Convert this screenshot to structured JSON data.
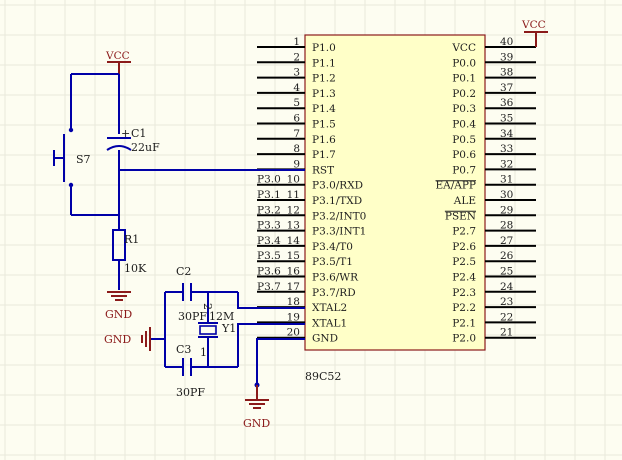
{
  "chip": {
    "name": "89C52",
    "left_pins": [
      {
        "num": "1",
        "label": "P1.0",
        "net": ""
      },
      {
        "num": "2",
        "label": "P1.1",
        "net": ""
      },
      {
        "num": "3",
        "label": "P1.2",
        "net": ""
      },
      {
        "num": "4",
        "label": "P1.3",
        "net": ""
      },
      {
        "num": "5",
        "label": "P1.4",
        "net": ""
      },
      {
        "num": "6",
        "label": "P1.5",
        "net": ""
      },
      {
        "num": "7",
        "label": "P1.6",
        "net": ""
      },
      {
        "num": "8",
        "label": "P1.7",
        "net": ""
      },
      {
        "num": "9",
        "label": "RST",
        "net": ""
      },
      {
        "num": "10",
        "label": "P3.0/RXD",
        "net": "P3.0"
      },
      {
        "num": "11",
        "label": "P3.1/TXD",
        "net": "P3.1"
      },
      {
        "num": "12",
        "label": "P3.2/INT0",
        "net": "P3.2"
      },
      {
        "num": "13",
        "label": "P3.3/INT1",
        "net": "P3.3"
      },
      {
        "num": "14",
        "label": "P3.4/T0",
        "net": "P3.4"
      },
      {
        "num": "15",
        "label": "P3.5/T1",
        "net": "P3.5"
      },
      {
        "num": "16",
        "label": "P3.6/WR",
        "net": "P3.6"
      },
      {
        "num": "17",
        "label": "P3.7/RD",
        "net": "P3.7"
      },
      {
        "num": "18",
        "label": "XTAL2",
        "net": ""
      },
      {
        "num": "19",
        "label": "XTAL1",
        "net": ""
      },
      {
        "num": "20",
        "label": "GND",
        "net": ""
      }
    ],
    "right_pins": [
      {
        "num": "40",
        "label": "VCC"
      },
      {
        "num": "39",
        "label": "P0.0"
      },
      {
        "num": "38",
        "label": "P0.1"
      },
      {
        "num": "37",
        "label": "P0.2"
      },
      {
        "num": "36",
        "label": "P0.3"
      },
      {
        "num": "35",
        "label": "P0.4"
      },
      {
        "num": "34",
        "label": "P0.5"
      },
      {
        "num": "33",
        "label": "P0.6"
      },
      {
        "num": "32",
        "label": "P0.7"
      },
      {
        "num": "31",
        "label": "EA/APP"
      },
      {
        "num": "30",
        "label": "ALE"
      },
      {
        "num": "29",
        "label": "PSEN"
      },
      {
        "num": "28",
        "label": "P2.7"
      },
      {
        "num": "27",
        "label": "P2.6"
      },
      {
        "num": "26",
        "label": "P2.5"
      },
      {
        "num": "25",
        "label": "P2.4"
      },
      {
        "num": "24",
        "label": "P2.3"
      },
      {
        "num": "23",
        "label": "P2.2"
      },
      {
        "num": "22",
        "label": "P2.1"
      },
      {
        "num": "21",
        "label": "P2.0"
      }
    ]
  },
  "power": {
    "vcc_label": "VCC",
    "gnd_label": "GND"
  },
  "parts": {
    "switch": "S7",
    "c1": {
      "ref": "C1",
      "value": "22uF"
    },
    "r1": {
      "ref": "R1",
      "value": "10K"
    },
    "c2": {
      "ref": "C2",
      "value": "30PF"
    },
    "c3": {
      "ref": "C3",
      "value": "30PF"
    },
    "y1": {
      "ref": "Y1",
      "value": "12M"
    }
  },
  "colors": {
    "wire": "#0000a8",
    "power": "#8b1a1a",
    "chip_fill": "#ffffc8",
    "background": "#fdfdf1"
  }
}
